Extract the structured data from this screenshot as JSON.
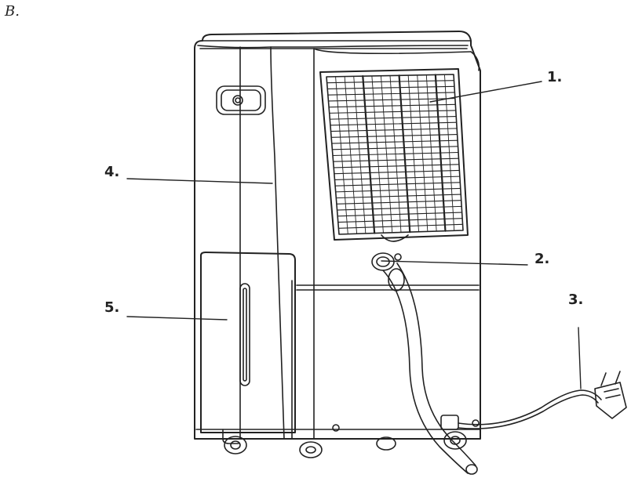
{
  "figure": {
    "letter": "B."
  },
  "callouts": [
    {
      "id": "1",
      "label": "1."
    },
    {
      "id": "2",
      "label": "2."
    },
    {
      "id": "3",
      "label": "3."
    },
    {
      "id": "4",
      "label": "4."
    },
    {
      "id": "5",
      "label": "5."
    }
  ],
  "colors": {
    "line": "#222222",
    "background": "#ffffff"
  }
}
